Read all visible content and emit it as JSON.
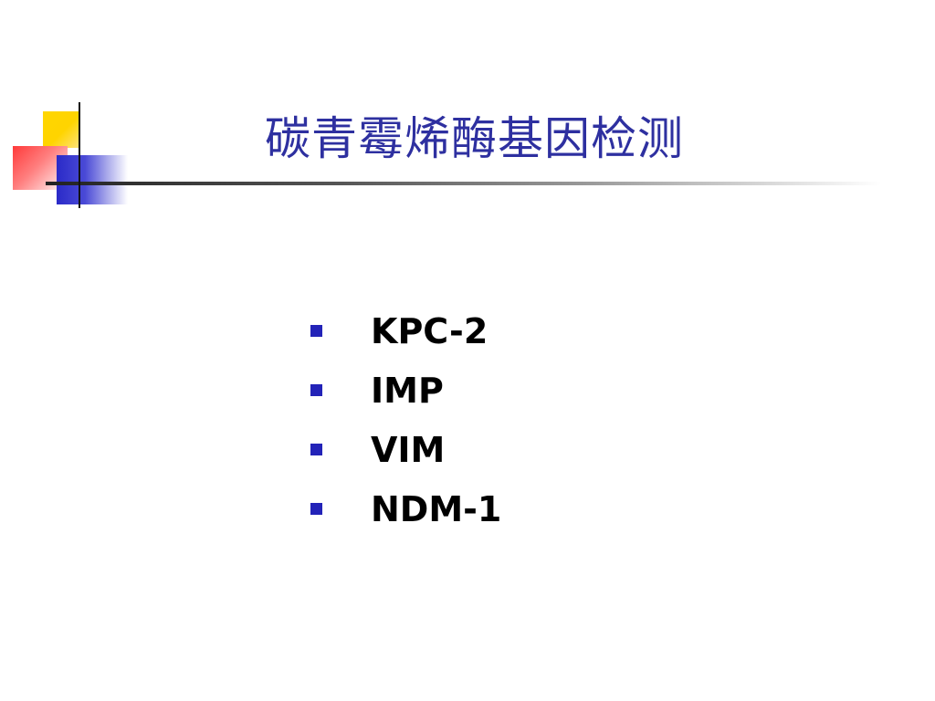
{
  "slide": {
    "title": "碳青霉烯酶基因检测",
    "bullets": [
      {
        "label": "KPC-2"
      },
      {
        "label": "IMP"
      },
      {
        "label": "VIM"
      },
      {
        "label": "NDM-1"
      }
    ]
  },
  "colors": {
    "title": "#2e30a0",
    "bullet_marker": "#2323b8",
    "deco_yellow": "#ffd600",
    "deco_red": "#ff3a3a",
    "deco_blue": "#2a2ac8"
  }
}
